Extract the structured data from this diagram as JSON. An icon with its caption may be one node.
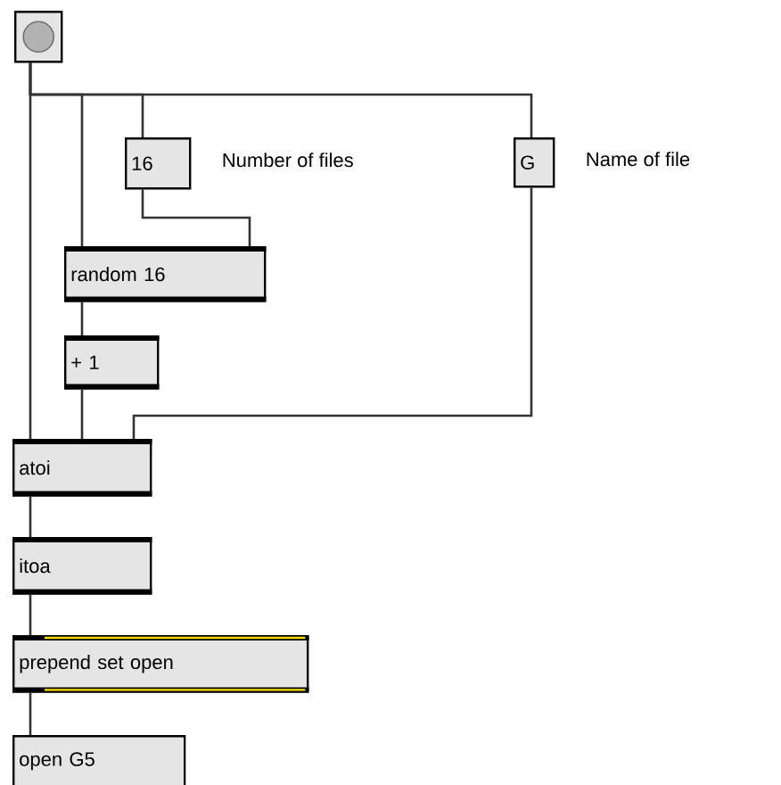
{
  "diagram": {
    "nodes": [
      {
        "text": [],
        "shape": "box"
      },
      {
        "text": [
          "16"
        ],
        "beside": [
          "Number of files"
        ]
      },
      {
        "text": [
          "G"
        ],
        "beside": [
          "Name of file"
        ]
      },
      {
        "text": [
          "random 16"
        ]
      },
      {
        "text": [
          "+ 1"
        ]
      },
      {
        "text": [
          "atoi"
        ]
      },
      {
        "text": [
          "itoa"
        ]
      },
      {
        "text": [
          "prepend set open"
        ]
      },
      {
        "text": [
          "open G5"
        ]
      }
    ],
    "edges": [
      {
        "from": 0,
        "to": 5,
        "arrow": "none"
      },
      {
        "from": 0,
        "to": 3,
        "arrow": "none"
      },
      {
        "from": 0,
        "to": 1,
        "arrow": "none"
      },
      {
        "from": 0,
        "to": 2,
        "arrow": "none"
      },
      {
        "from": 1,
        "to": 3,
        "arrow": "none"
      },
      {
        "from": 3,
        "to": 4,
        "arrow": "none"
      },
      {
        "from": 4,
        "to": 5,
        "arrow": "none"
      },
      {
        "from": 2,
        "to": 5,
        "arrow": "none"
      },
      {
        "from": 5,
        "to": 6,
        "arrow": "none"
      },
      {
        "from": 6,
        "to": 7,
        "arrow": "none"
      },
      {
        "from": 7,
        "to": 8,
        "arrow": "none"
      }
    ]
  }
}
